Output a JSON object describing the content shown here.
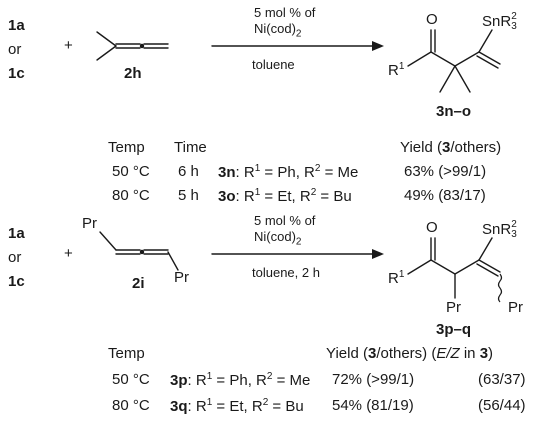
{
  "scheme1": {
    "reactant_label_1": "1a",
    "reactant_or": "or",
    "reactant_label_2": "1c",
    "plus": "+",
    "allene_label": "2h",
    "conditions_line1": "5 mol % of",
    "conditions_line2": "Ni(cod)",
    "conditions_line2_sub": "2",
    "solvent": "toluene",
    "product_oxygen": "O",
    "product_r1": "R",
    "product_r1_sup": "1",
    "product_tin": "SnR",
    "product_tin_sup": "2",
    "product_tin_sub": "3",
    "product_label": "3n–o",
    "table": {
      "header_temp": "Temp",
      "header_time": "Time",
      "header_yield": "Yield (",
      "header_yield_bold": "3",
      "header_yield_end": "/others)",
      "rows": [
        {
          "temp": "50 °C",
          "time": "6 h",
          "cmpd": "3n",
          "desc": ": R",
          "s1": "1",
          "m1": " = Ph, R",
          "s2": "2",
          "m2": " = Me",
          "yield": "63% (>99/1)"
        },
        {
          "temp": "80 °C",
          "time": "5 h",
          "cmpd": "3o",
          "desc": ": R",
          "s1": "1",
          "m1": " = Et, R",
          "s2": "2",
          "m2": " = Bu",
          "yield": "49% (83/17)"
        }
      ]
    }
  },
  "scheme2": {
    "reactant_label_1": "1a",
    "reactant_or": "or",
    "reactant_label_2": "1c",
    "plus": "+",
    "allene_pr_top": "Pr",
    "allene_pr_bottom": "Pr",
    "allene_label": "2i",
    "conditions_line1": "5 mol % of",
    "conditions_line2": "Ni(cod)",
    "conditions_line2_sub": "2",
    "solvent": "toluene, 2 h",
    "product_oxygen": "O",
    "product_r1": "R",
    "product_r1_sup": "1",
    "product_tin": "SnR",
    "product_tin_sup": "2",
    "product_tin_sub": "3",
    "product_pr1": "Pr",
    "product_pr2": "Pr",
    "product_label": "3p–q",
    "table": {
      "header_temp": "Temp",
      "header_yield": "Yield (",
      "header_yield_bold": "3",
      "header_yield_end": "/others) (",
      "header_ez": "E/Z",
      "header_ez_in": " in ",
      "header_ez_bold": "3",
      "header_ez_end": ")",
      "rows": [
        {
          "temp": "50 °C",
          "cmpd": "3p",
          "desc": ": R",
          "s1": "1",
          "m1": " = Ph, R",
          "s2": "2",
          "m2": " = Me",
          "yield": "72% (>99/1)",
          "ez": "(63/37)"
        },
        {
          "temp": "80 °C",
          "cmpd": "3q",
          "desc": ": R",
          "s1": "1",
          "m1": " = Et, R",
          "s2": "2",
          "m2": " = Bu",
          "yield": "54% (81/19)",
          "ez": "(56/44)"
        }
      ]
    }
  }
}
